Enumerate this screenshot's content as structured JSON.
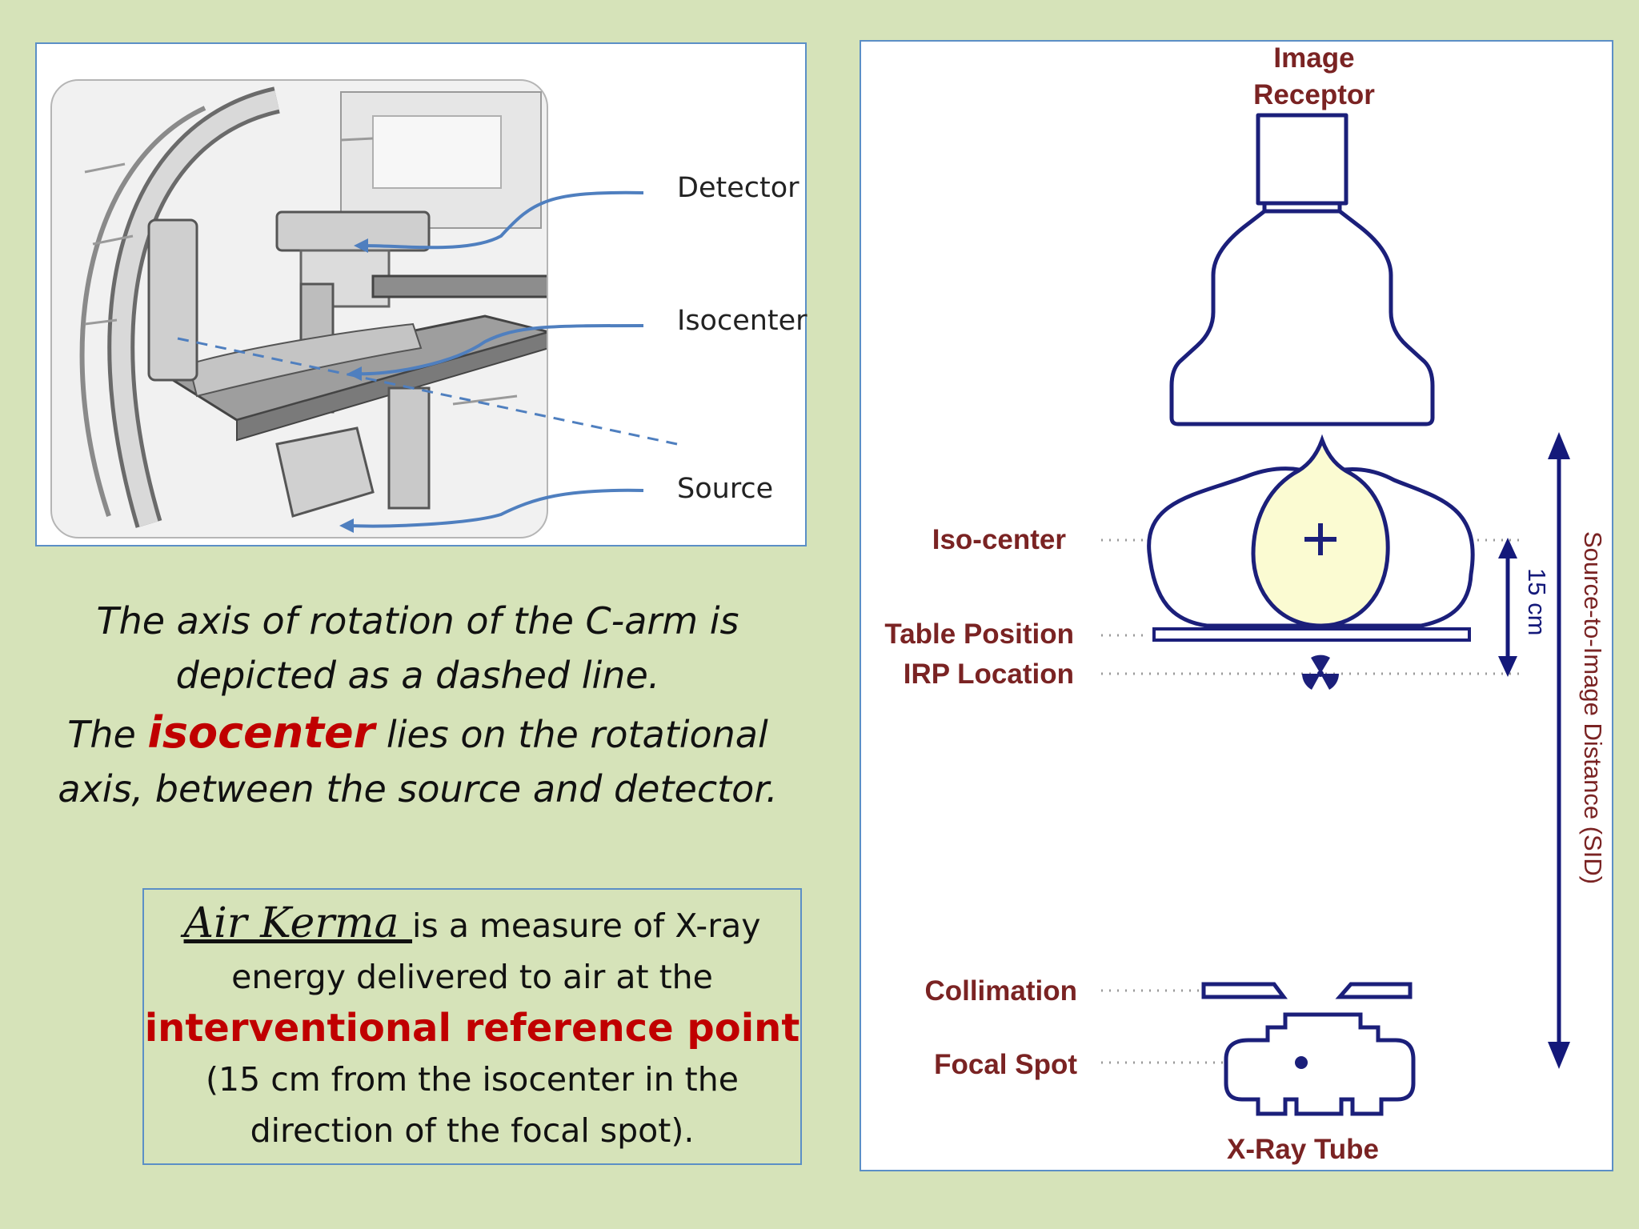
{
  "left_figure": {
    "labels": {
      "detector": "Detector",
      "isocenter": "Isocenter",
      "source": "Source"
    }
  },
  "caption": {
    "line1": "The axis of rotation of the C-arm is",
    "line2": "depicted as a dashed line.",
    "line3_pre": "The ",
    "line3_keyword": "isocenter",
    "line3_post": " lies on the rotational",
    "line4": "axis, between the source and detector."
  },
  "air_kerma": {
    "term": "Air Kerma ",
    "line1_rest": "is a measure of X-ray",
    "line2": "energy delivered to air at the",
    "line3": "interventional reference point",
    "line4": "(15 cm from the isocenter in the",
    "line5": "direction of the focal spot)."
  },
  "diagram": {
    "image_receptor_line1": "Image",
    "image_receptor_line2": "Receptor",
    "iso_center": "Iso-center",
    "table_position": "Table Position",
    "irp_location": "IRP Location",
    "collimation": "Collimation",
    "focal_spot": "Focal Spot",
    "xray_tube": "X-Ray Tube",
    "distance_15cm": "15 cm",
    "sid": "Source-to-Image Distance (SID)",
    "colors": {
      "outline": "#1b1f7a",
      "label": "#7a2323",
      "head_fill": "#fbfbd2",
      "arrow": "#14197a"
    }
  },
  "colors": {
    "background": "#d6e3b9",
    "frame_border": "#5b8fc6",
    "highlight_red": "#c00000",
    "figure_arrow": "#4f7fbf"
  }
}
